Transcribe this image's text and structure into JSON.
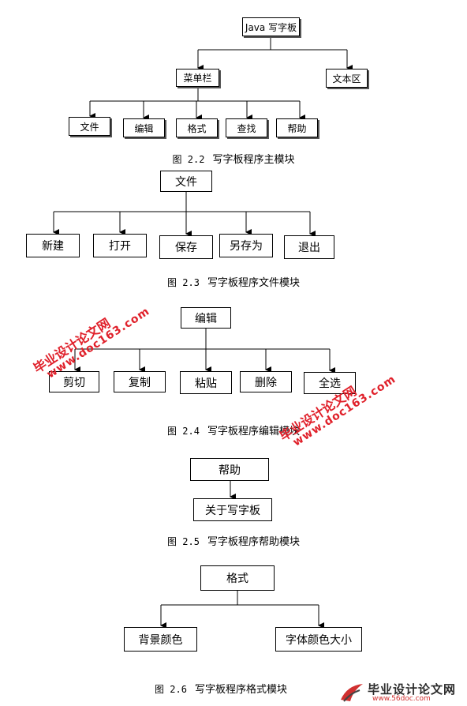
{
  "fig22": {
    "root": "Java 写字板",
    "menubar": "菜单栏",
    "textarea": "文本区",
    "items": [
      "文件",
      "编辑",
      "格式",
      "查找",
      "帮助"
    ],
    "caption_num": "图 2.2",
    "caption_text": "写字板程序主模块"
  },
  "fig23": {
    "root": "文件",
    "items": [
      "新建",
      "打开",
      "保存",
      "另存为",
      "退出"
    ],
    "caption_num": "图 2.3",
    "caption_text": "写字板程序文件模块"
  },
  "fig24": {
    "root": "编辑",
    "items": [
      "剪切",
      "复制",
      "粘贴",
      "删除",
      "全选"
    ],
    "caption_num": "图 2.4",
    "caption_text": "写字板程序编辑模块"
  },
  "fig25": {
    "root": "帮助",
    "items": [
      "关于写字板"
    ],
    "caption_num": "图 2.5",
    "caption_text": "写字板程序帮助模块"
  },
  "fig26": {
    "root": "格式",
    "items": [
      "背景颜色",
      "字体颜色大小"
    ],
    "caption_num": "图 2.6",
    "caption_text": "写字板程序格式模块"
  },
  "watermark": {
    "site_cn": "毕业设计论文网",
    "site_url": "www.doc163.com",
    "logo_text": "毕业设计论文网",
    "logo_url": "www.56doc.com",
    "color": "#e0202a"
  }
}
